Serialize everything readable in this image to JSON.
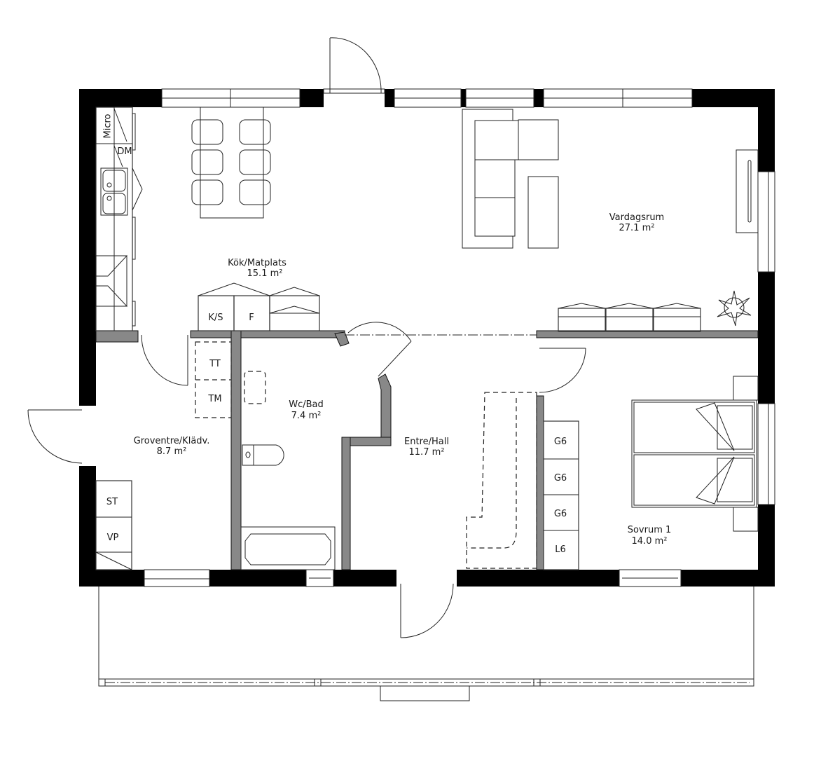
{
  "plan": {
    "rooms": [
      {
        "id": "kok",
        "name": "Kök/Matplats",
        "area": "15.1 m²"
      },
      {
        "id": "vardagsrum",
        "name": "Vardagsrum",
        "area": "27.1 m²"
      },
      {
        "id": "groventre",
        "name": "Groventre/Klädv.",
        "area": "8.7 m²"
      },
      {
        "id": "wcbad",
        "name": "Wc/Bad",
        "area": "7.4 m²"
      },
      {
        "id": "entre",
        "name": "Entre/Hall",
        "area": "11.7 m²"
      },
      {
        "id": "sovrum1",
        "name": "Sovrum 1",
        "area": "14.0 m²"
      }
    ],
    "fixtures": {
      "micro": "Micro",
      "dm": "DM",
      "ks": "K/S",
      "f": "F",
      "tt": "TT",
      "tm": "TM",
      "st": "ST",
      "vp": "VP",
      "wardrobes": [
        "G6",
        "G6",
        "G6",
        "L6"
      ]
    },
    "colors": {
      "wall": "#000000",
      "line": "#222222",
      "background": "#ffffff"
    }
  }
}
